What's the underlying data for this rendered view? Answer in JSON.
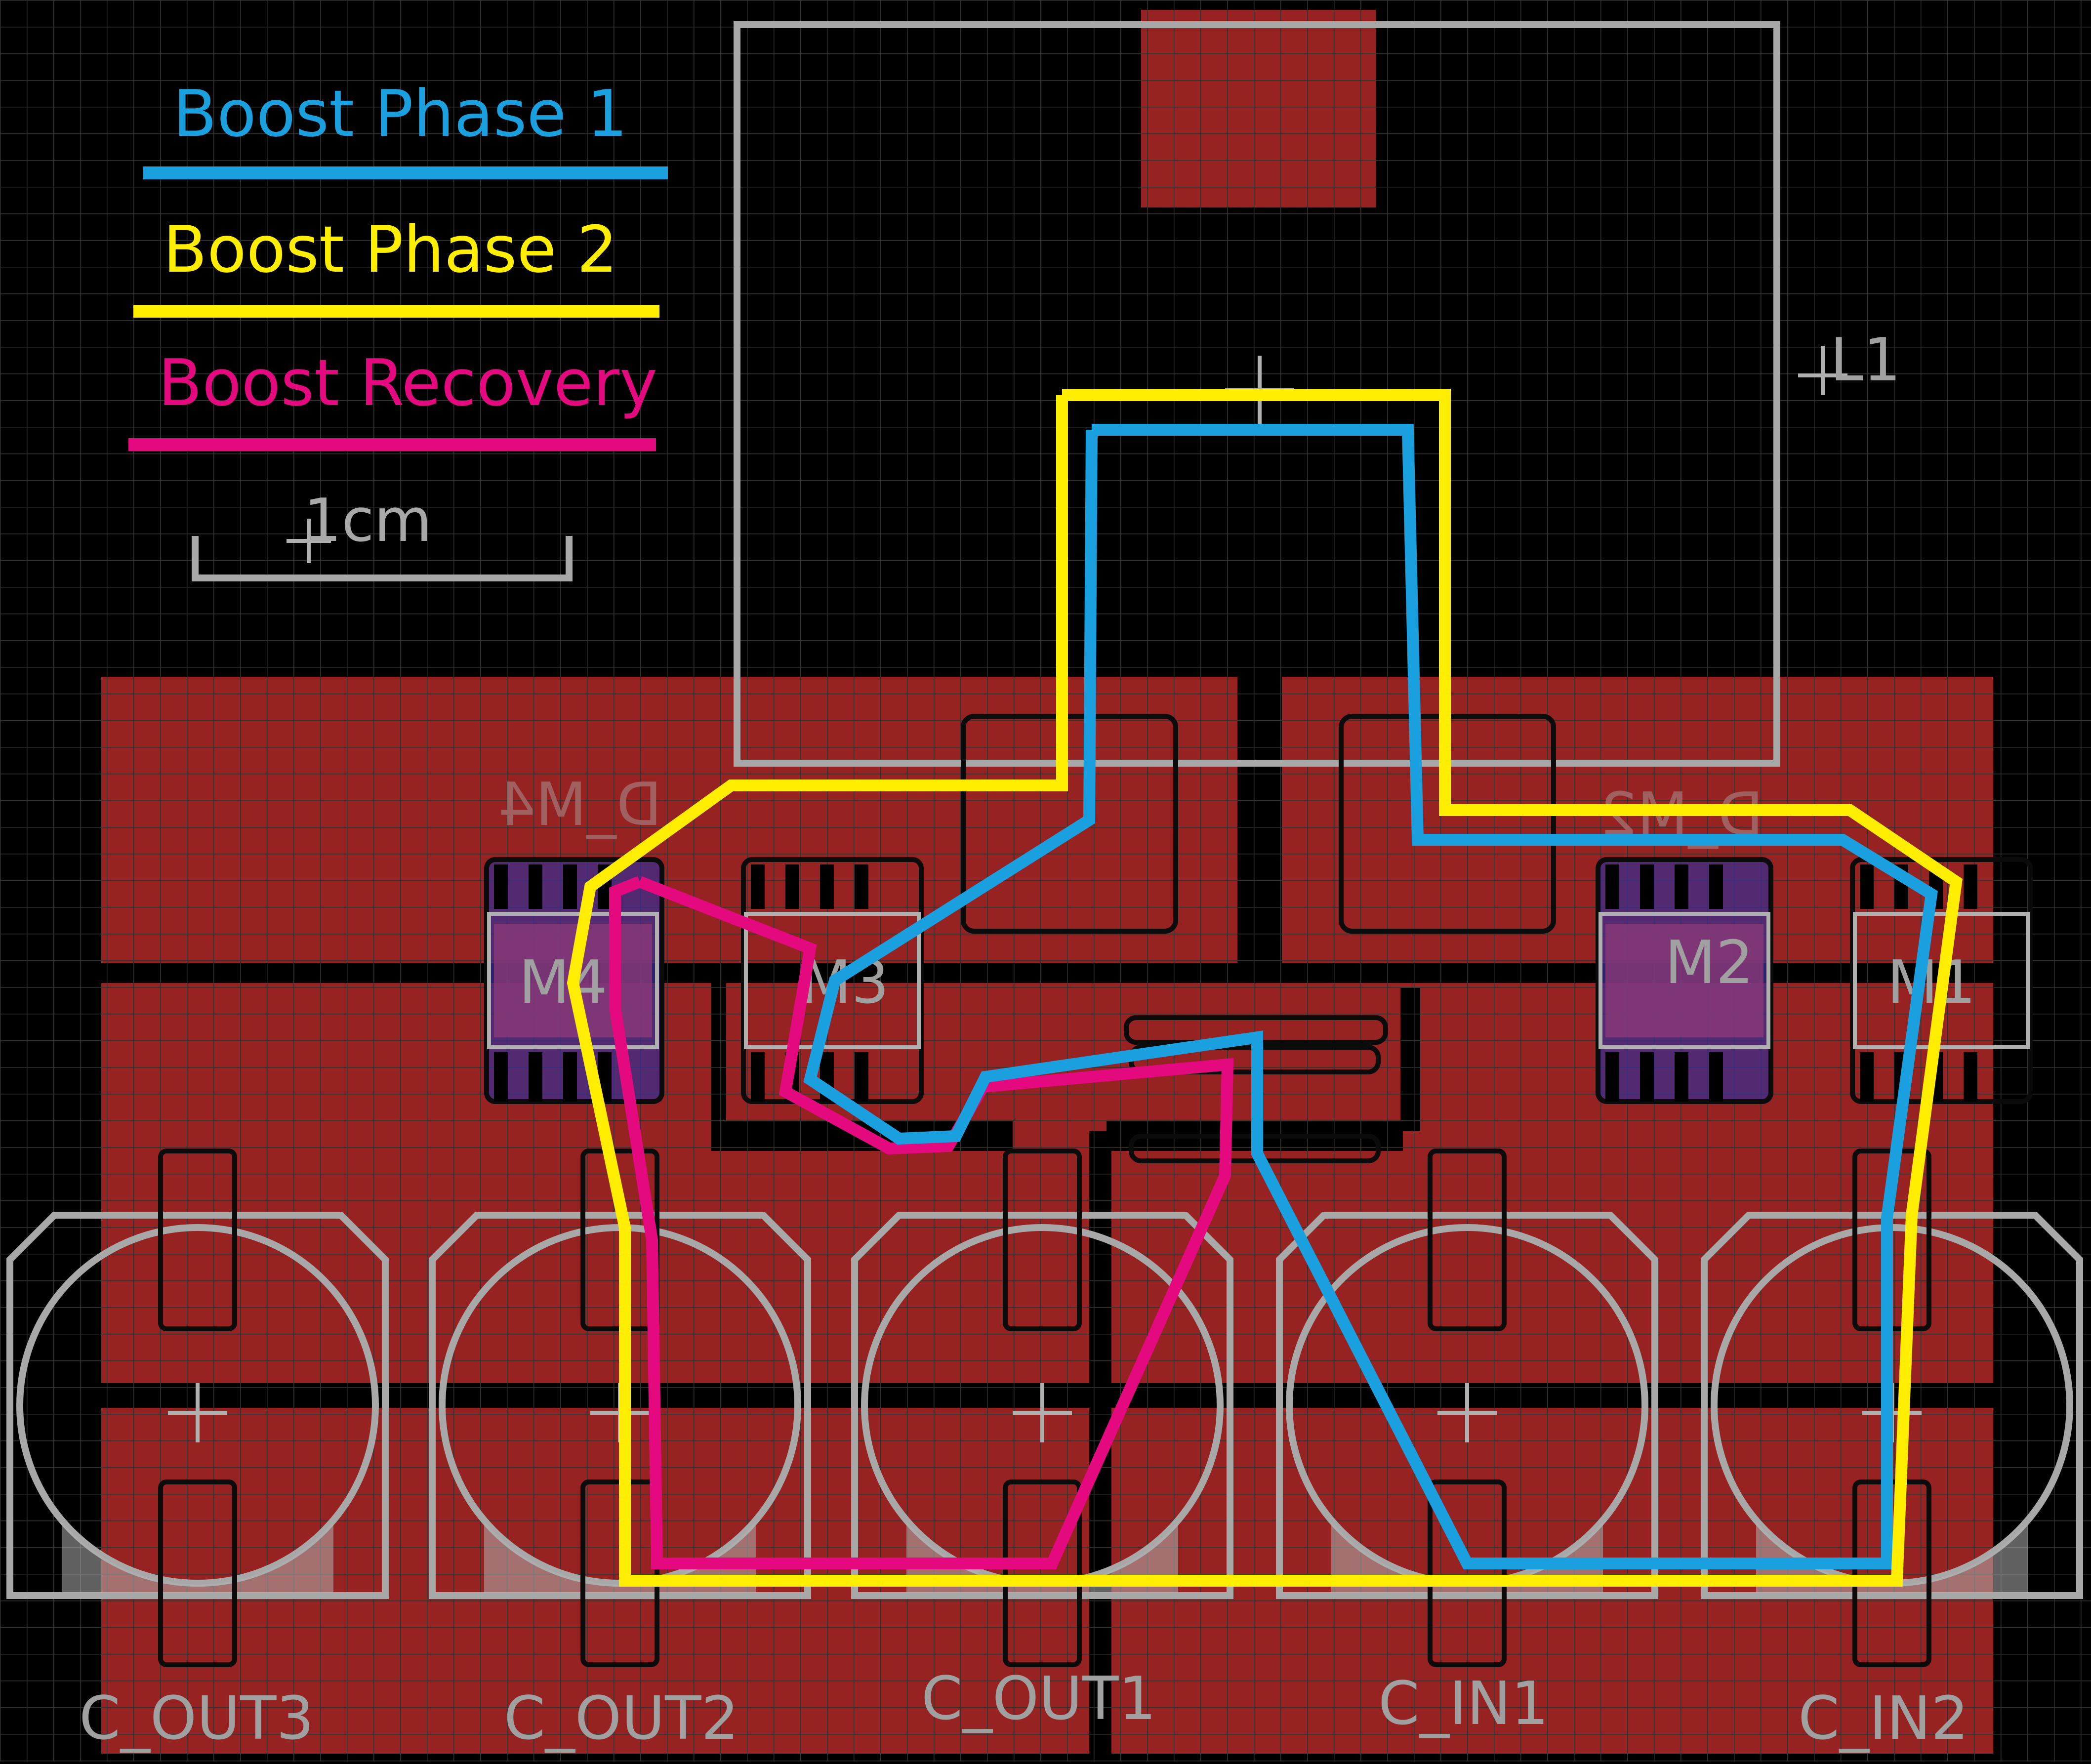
{
  "legend": {
    "items": [
      {
        "label": "Boost Phase 1",
        "color": "#1a9fdf"
      },
      {
        "label": "Boost Phase 2",
        "color": "#ffee00"
      },
      {
        "label": "Boost Recovery",
        "color": "#e5097f"
      }
    ],
    "scale_label": "1cm"
  },
  "components": {
    "inductor": "L1",
    "mosfets": [
      "M4",
      "M3",
      "M2",
      "M1"
    ],
    "diodes": [
      "D_M4",
      "D_M2"
    ],
    "capacitors": [
      "C_OUT3",
      "C_OUT2",
      "C_OUT1",
      "C_IN1",
      "C_IN2"
    ]
  },
  "colors": {
    "background": "#000000",
    "grid": "#3a3a3a",
    "copper": "#962222",
    "silkscreen": "#a8a8a8",
    "mosfet_highlight": "#3c2d8c"
  }
}
